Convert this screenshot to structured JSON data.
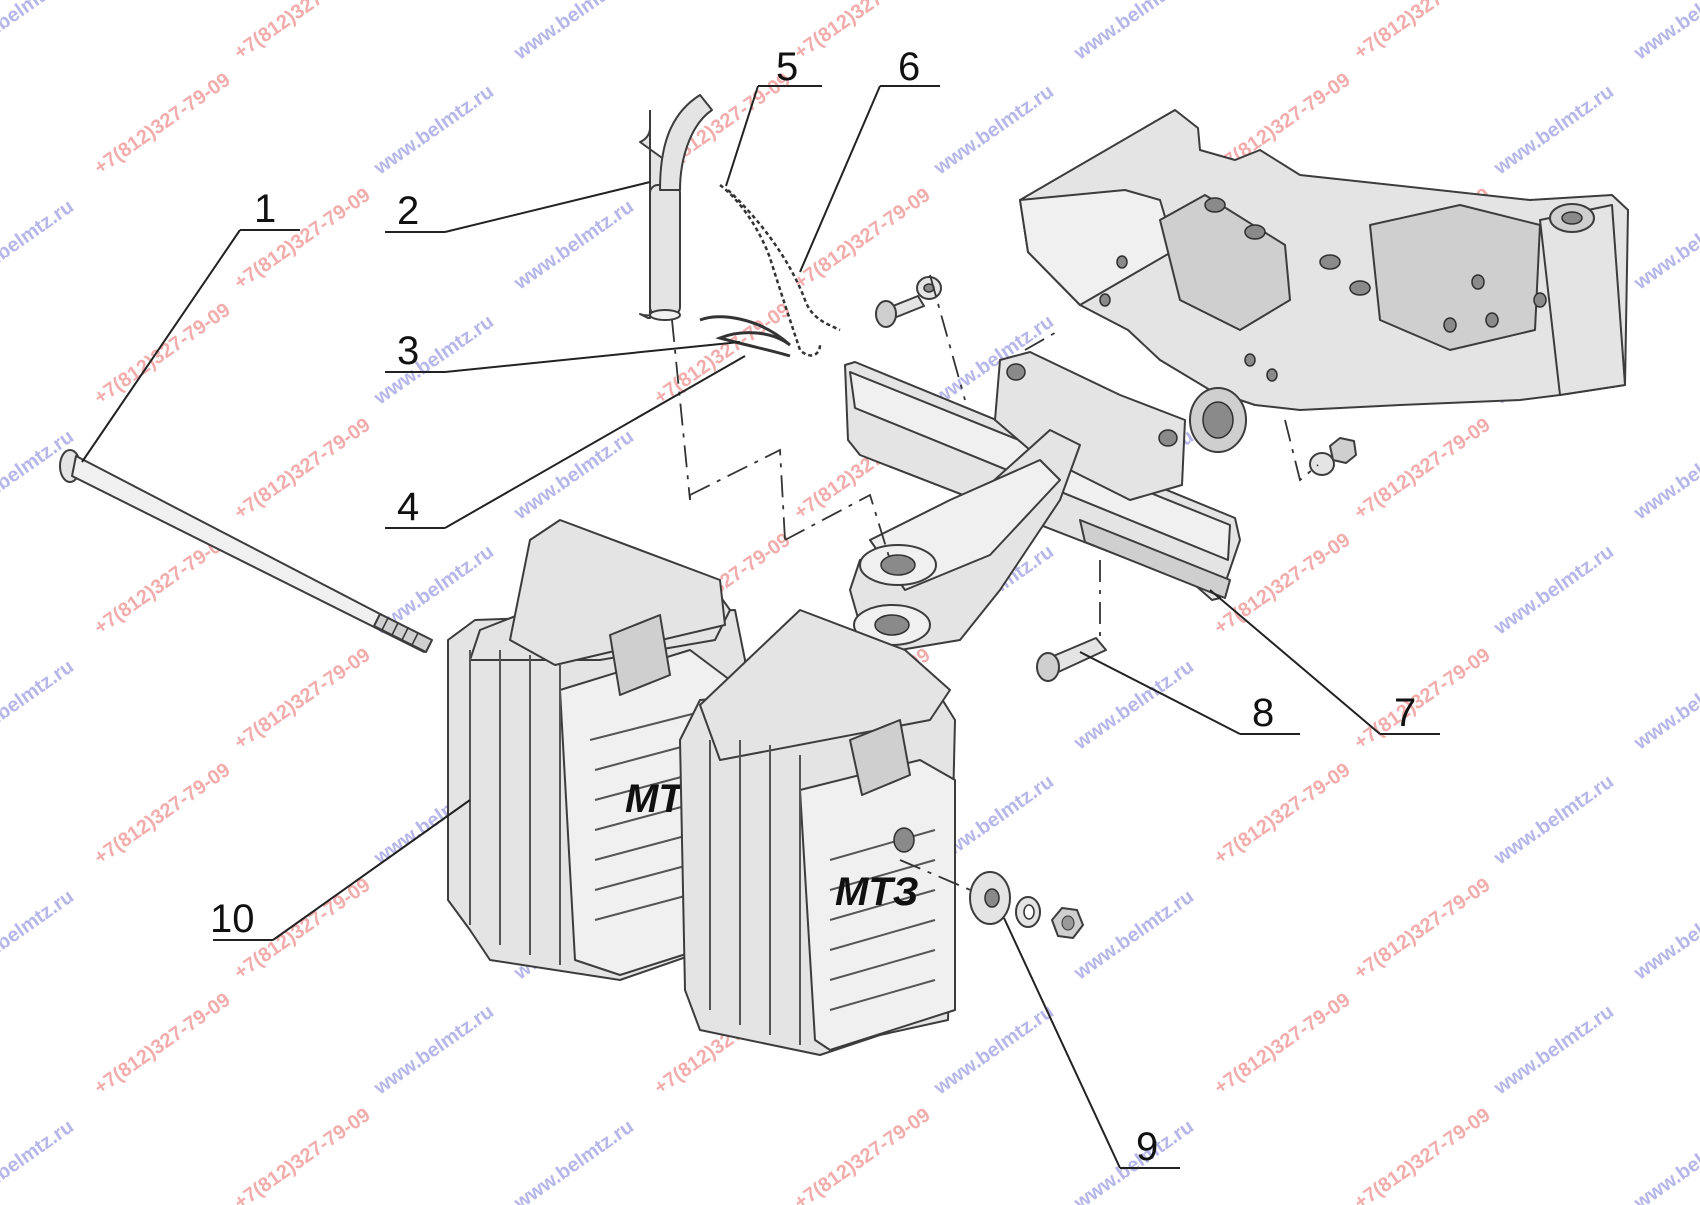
{
  "callouts": [
    {
      "id": 1,
      "label": "1"
    },
    {
      "id": 2,
      "label": "2"
    },
    {
      "id": 3,
      "label": "3"
    },
    {
      "id": 4,
      "label": "4"
    },
    {
      "id": 5,
      "label": "5"
    },
    {
      "id": 6,
      "label": "6"
    },
    {
      "id": 7,
      "label": "7"
    },
    {
      "id": 8,
      "label": "8"
    },
    {
      "id": 9,
      "label": "9"
    },
    {
      "id": 10,
      "label": "10"
    }
  ],
  "weight_logo": "МТЗ",
  "watermarks": {
    "site": "www.belmtz.ru",
    "phone": "+7(812)327-79-09"
  },
  "colors": {
    "part_fill": "#e4e4e4",
    "outline": "#3c3c3c",
    "watermark_site": "#7b7bd8",
    "watermark_phone": "#e86a6a"
  }
}
